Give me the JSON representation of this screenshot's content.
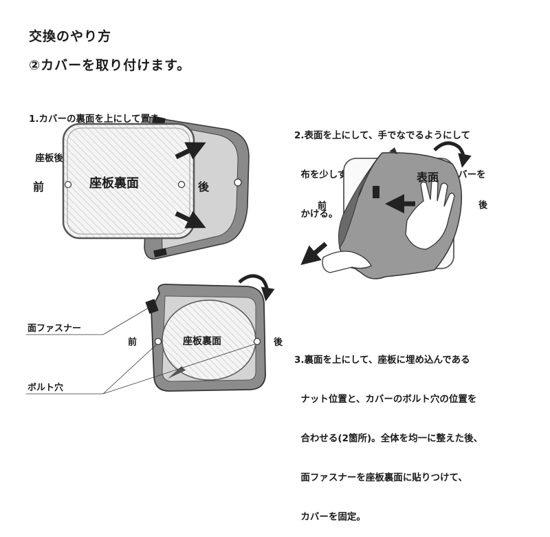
{
  "title": "交換のやり方",
  "subtitle": "②カバーを取り付けます。",
  "step1": {
    "line1": "1.カバーの裏面を上にして置き、",
    "line2": "  座板後ろ側の角をカバーの中に入れる。",
    "front_label": "前",
    "rear_label": "後",
    "board_label": "座板裏面"
  },
  "step2": {
    "line1": "2.表面を上にして、手でなでるようにして",
    "line2": "  布を少しずつ引っ張り、前側の角にカバーを",
    "line3": "  かける。",
    "front_label": "前",
    "rear_label": "後",
    "surface_label": "表面"
  },
  "step3": {
    "line1": "3.裏面を上にして、座板に埋め込んである",
    "line2": "  ナット位置と、カバーのボルト穴の位置を",
    "line3": "  合わせる(2箇所)。全体を均一に整えた後、",
    "line4": "  面ファスナーを座板裏面に貼りつけて、",
    "line5": "  カバーを固定。",
    "front_label": "前",
    "rear_label": "後",
    "board_label": "座板裏面",
    "fastener_label": "面ファスナー",
    "bolt_label": "ボルト穴"
  }
}
